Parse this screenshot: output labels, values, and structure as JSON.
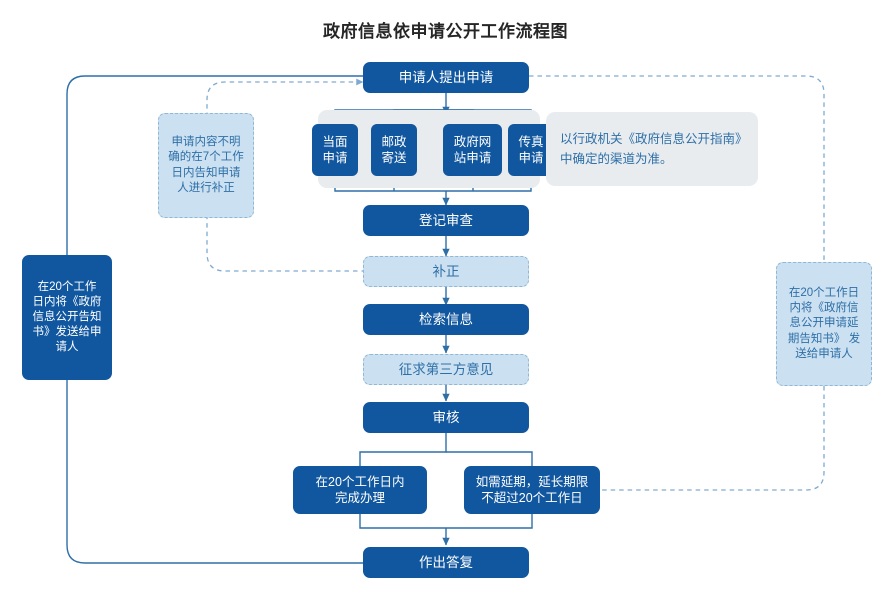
{
  "title": "政府信息依申请公开工作流程图",
  "colors": {
    "solid_fill": "#11579F",
    "solid_text": "#FFFFFF",
    "dashed_fill": "#CBE0F0",
    "dashed_border": "#8FB8D8",
    "dashed_text": "#2E6FA8",
    "note_fill": "#E8ECEF",
    "connector": "#2E6FA8",
    "title_text": "#262626",
    "page_bg": "#FFFFFF"
  },
  "nodes": {
    "apply": {
      "label": "申请人提出申请",
      "style": "solid"
    },
    "register": {
      "label": "登记审查",
      "style": "solid"
    },
    "correct": {
      "label": "补正",
      "style": "dashed"
    },
    "retrieve": {
      "label": "检索信息",
      "style": "solid"
    },
    "third_party": {
      "label": "征求第三方意见",
      "style": "dashed"
    },
    "review": {
      "label": "审核",
      "style": "solid"
    },
    "within20": {
      "label": "在20个工作日内\n完成办理",
      "line1": "在20个工作日内",
      "line2": "完成办理",
      "style": "solid"
    },
    "extend": {
      "label": "如需延期，延长期限\n不超过20个工作日",
      "line1": "如需延期，延长期限",
      "line2": "不超过20个工作日",
      "style": "solid"
    },
    "reply": {
      "label": "作出答复",
      "style": "solid"
    }
  },
  "channels": {
    "items": [
      {
        "line1": "当面",
        "line2": "申请"
      },
      {
        "line1": "邮政",
        "line2": "寄送"
      },
      {
        "line1": "政府网",
        "line2": "站申请"
      },
      {
        "line1": "传真",
        "line2": "申请"
      }
    ]
  },
  "notes": {
    "channel_note": {
      "line1": "以行政机关《政府信息公开指南》",
      "line2": "中确定的渠道为准。"
    },
    "left_correction": {
      "text": "申请内容不明确的在7个工作日内告知申请人进行补正",
      "style": "dashed"
    },
    "left_notice": {
      "text": "在20个工作日内将《政府信息公开告知书》发送给申请人",
      "style": "solid"
    },
    "right_extension": {
      "text": "在20个工作日内将《政府信息公开申请延期告知书》 发送给申请人",
      "style": "dashed"
    }
  }
}
